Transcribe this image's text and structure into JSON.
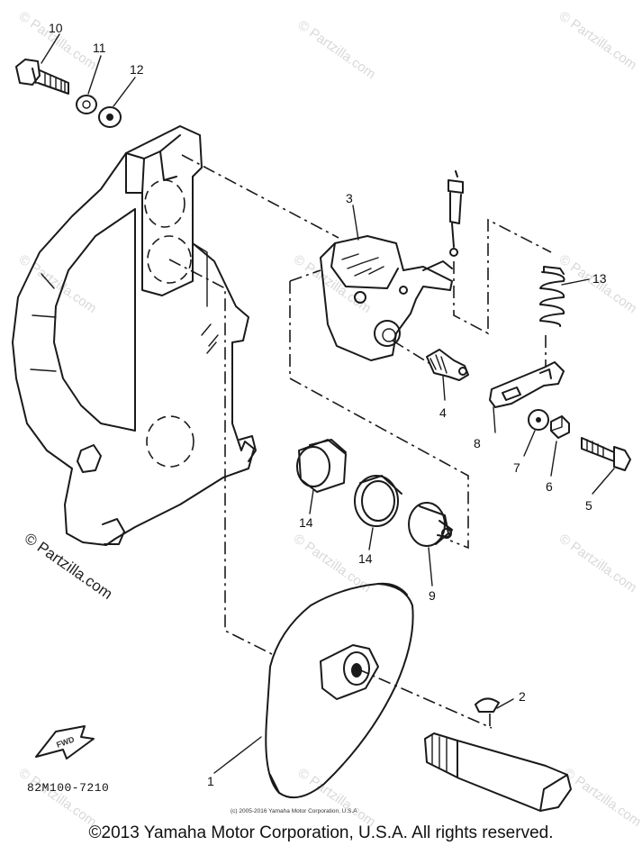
{
  "callouts": {
    "c1": "1",
    "c2": "2",
    "c3": "3",
    "c4": "4",
    "c5": "5",
    "c6": "6",
    "c7": "7",
    "c8": "8",
    "c9": "9",
    "c10": "10",
    "c11": "11",
    "c12": "12",
    "c13": "13",
    "c14a": "14",
    "c14b": "14"
  },
  "diagram_code": "82M100-7210",
  "fwd_label": "FWD",
  "small_credit": "(c) 2005-2016 Yamaha Motor Corporation, U.S.A",
  "watermark": "© Partzilla.com",
  "watermark_side": "© Partzilla.com",
  "copyright": "©2013 Yamaha Motor Corporation, U.S.A. All rights reserved."
}
